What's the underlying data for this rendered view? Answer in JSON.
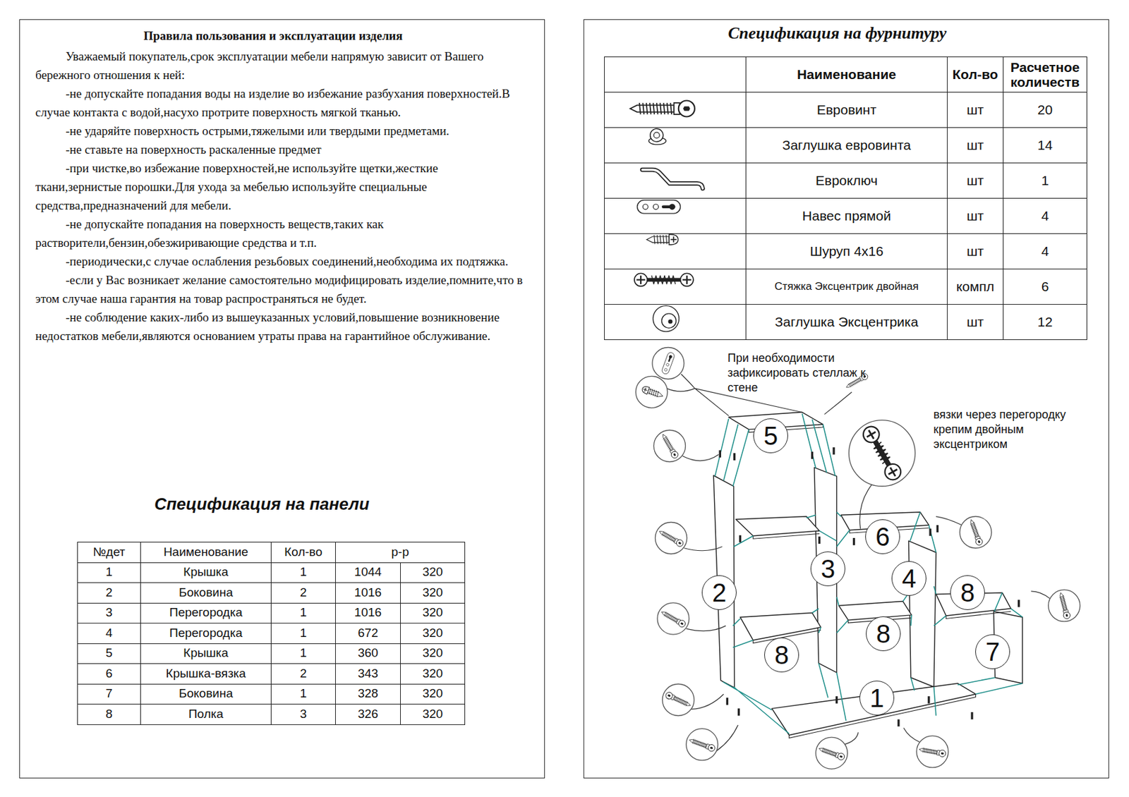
{
  "diagram": {
    "nodes": [
      {
        "text": [
          "Правила пользования и эксплуатации изделия",
          "Уважаемый покупатель,срок эксплуатации мебели напрямую зависит от Вашего бережного отношения к ней:",
          "-не допускайте попадания воды на изделие во избежание разбухания поверхностей.В случае контакта с водой,насухо протрите поверхность мягкой тканью.",
          "-не ударяйте поверхность острыми,тяжелыми или твердыми предметами.",
          "-не ставьте на поверхность раскаленные предмет",
          "-при чистке,во избежание поверхностей,не используйте щетки,жесткие ткани,зернистые порошки.Для ухода за мебелью используйте специальные средства,предназначений для мебели.",
          "-не допускайте попадания на поверхность веществ,таких как растворители,бензин,обезжиривающие средства и т.п.",
          "-периодически,с случае ослабления резьбовых соединений,необходима их подтяжка.",
          "-если у Вас возникает желание самостоятельно модифицировать изделие,помните,что в этом случае наша гарантия на товар распространяться не будет.",
          "-не соблюдение каких-либо из вышеуказанных условий,повышение возникновение недостатков мебели,являются основанием утраты права на гарантийное обслуживание.",
          "Спецификация на панели"
        ]
      },
      {
        "text": [
          "Спецификация на фурнитуру",
          "При необходимости зафиксировать стеллаж к стене",
          "вязки через перегородку крепим двойным эксцентриком"
        ]
      },
      {
        "text": [
          "5"
        ],
        "in": 1
      },
      {
        "text": [
          "6"
        ],
        "in": 1
      },
      {
        "text": [
          "3"
        ],
        "in": 1
      },
      {
        "text": [
          "4"
        ],
        "in": 1
      },
      {
        "text": [
          "2"
        ],
        "in": 1
      },
      {
        "text": [
          "8"
        ],
        "in": 1
      },
      {
        "text": [
          "8"
        ],
        "in": 1
      },
      {
        "text": [
          "8"
        ],
        "in": 1
      },
      {
        "text": [
          "7"
        ],
        "in": 1
      },
      {
        "text": [
          "1"
        ],
        "in": 1
      }
    ],
    "labels": [
      "№дет",
      "Наименование",
      "Кол-во",
      "р-р",
      "1",
      "Крышка",
      "1",
      "1044",
      "320",
      "2",
      "Боковина",
      "2",
      "1016",
      "320",
      "3",
      "Перегородка",
      "1",
      "1016",
      "320",
      "4",
      "Перегородка",
      "1",
      "672",
      "320",
      "5",
      "Крышка",
      "1",
      "360",
      "320",
      "6",
      "Крышка-вязка",
      "2",
      "343",
      "320",
      "7",
      "Боковина",
      "1",
      "328",
      "320",
      "8",
      "Полка",
      "3",
      "326",
      "320",
      "Наименование",
      "Кол-во",
      "Расчетное количеств",
      "Евровинт",
      "шт",
      "20",
      "Заглушка евровинта",
      "шт",
      "14",
      "Евроключ",
      "шт",
      "1",
      "Навес прямой",
      "шт",
      "4",
      "Шуруп 4х16",
      "шт",
      "4",
      "Стяжка Эксцентрик двойная",
      "компл",
      "6",
      "Заглушка Эксцентрика",
      "шт",
      "12"
    ]
  }
}
